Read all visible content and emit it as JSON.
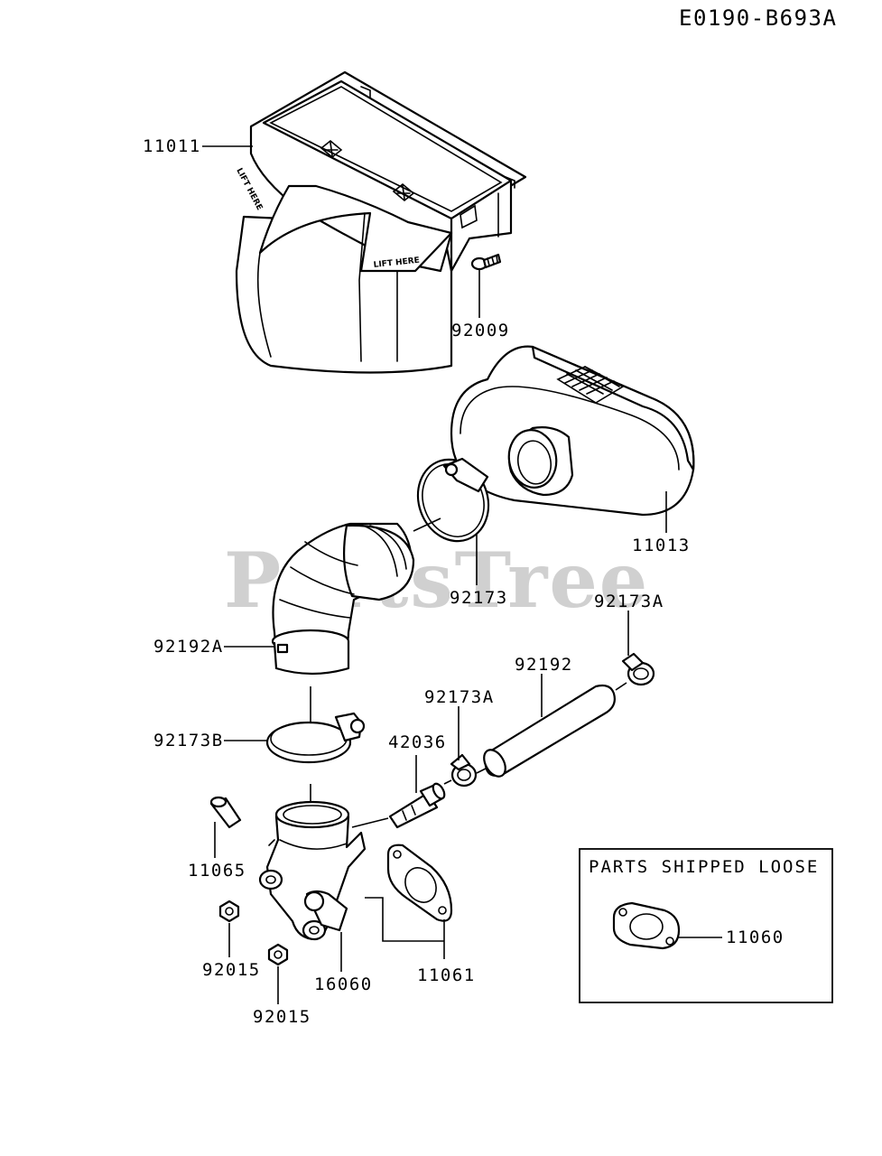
{
  "diagram_code": "E0190-B693A",
  "watermark": "PartsTree",
  "loose_box_title": "PARTS SHIPPED LOOSE",
  "embossed_text": "LIFT HERE",
  "colors": {
    "ink": "#000000",
    "watermark": "#d0d0d0",
    "background": "#ffffff"
  },
  "callouts": {
    "air_cleaner_cover": "11011",
    "cover_screw": "92009",
    "air_filter_element": "11013",
    "filter_clamp": "92173",
    "small_clamp_right": "92173A",
    "elbow_hose": "92192A",
    "breather_hose": "92192",
    "small_clamp_left": "92173A",
    "base_clamp": "92173B",
    "fitting_pipe": "42036",
    "stud": "11065",
    "nut_upper": "92015",
    "nut_lower": "92015",
    "intake_elbow": "16060",
    "gasket": "11061",
    "loose_gasket": "11060"
  }
}
